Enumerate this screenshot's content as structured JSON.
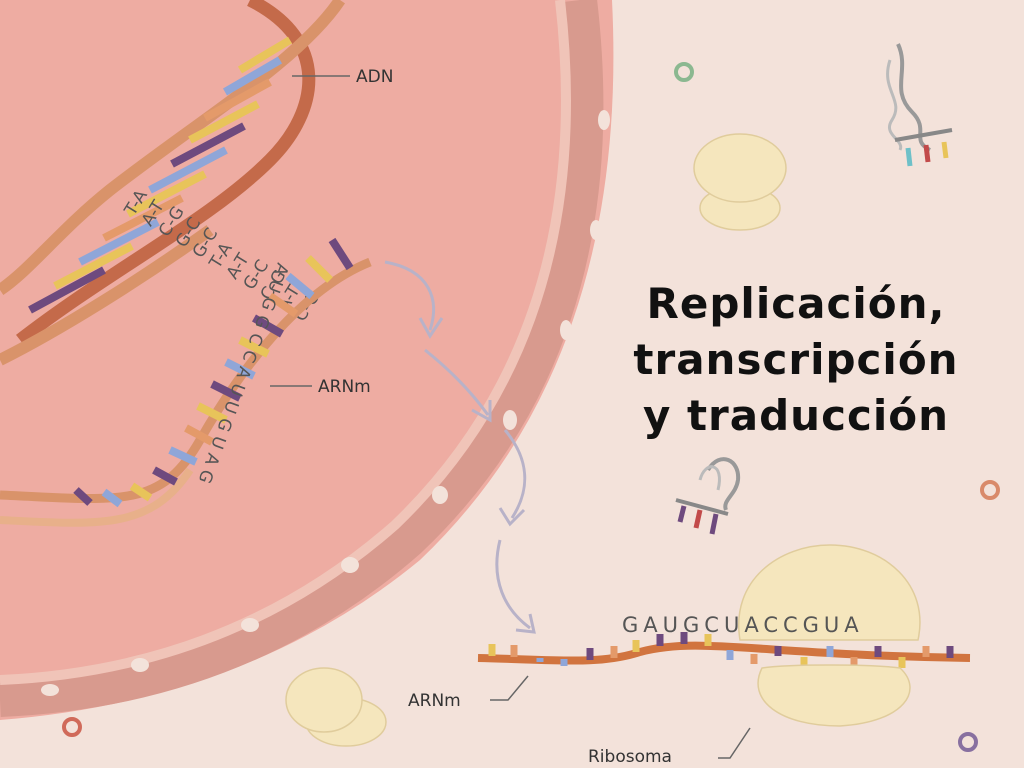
{
  "slide": {
    "title_lines": [
      "Replicación,",
      "transcripción",
      "y traducción"
    ]
  },
  "labels": {
    "dna": "ADN",
    "mrna_nucleus": "ARNm",
    "mrna_cytoplasm": "ARNm",
    "ribosome": "Ribosoma"
  },
  "sequences": {
    "dna_pairs": [
      "T-A",
      "A-T",
      "C-G",
      "G-C",
      "G-C",
      "T-A",
      "A-T",
      "G-C",
      "C-G",
      "A-T",
      "C-G"
    ],
    "mrna_nucleus": "AUGGCCAUUGUAG",
    "mrna_ribosome": "GAUGCUACCGUA"
  },
  "colors": {
    "background": "#f3e2da",
    "nucleus": "#eeaca2",
    "membrane": "#d89a8e",
    "dna_strand": "#d9936a",
    "ribosome": "#f5e6bd",
    "base_yellow": "#e8c45a",
    "base_blue": "#8fa6d8",
    "base_purple": "#6e4a7e",
    "base_orange": "#e49a6a"
  }
}
